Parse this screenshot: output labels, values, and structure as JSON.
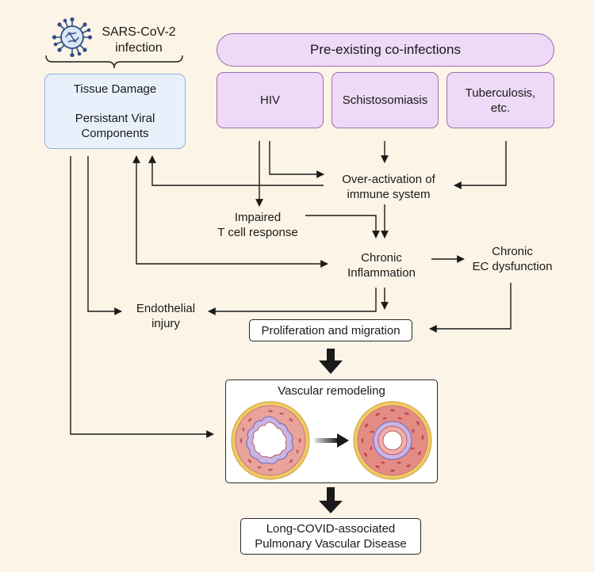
{
  "virus_icon": "sars-cov-2-virus-icon",
  "sars_label": [
    "SARS-CoV-2",
    "infection"
  ],
  "tissue_box": {
    "line1": "Tissue Damage",
    "line2": "Persistant Viral",
    "line3": "Components"
  },
  "coinfections": {
    "header": "Pre-existing co-infections",
    "items": [
      "HIV",
      "Schistosomiasis",
      "Tuberculosis,\netc."
    ]
  },
  "overactivation": [
    "Over-activation of",
    "immune system"
  ],
  "impaired": [
    "Impaired",
    "T cell response"
  ],
  "chronic_inflammation": [
    "Chronic",
    "Inflammation"
  ],
  "chronic_ec": [
    "Chronic",
    "EC dysfunction"
  ],
  "endothelial": [
    "Endothelial",
    "injury"
  ],
  "proliferation": "Proliferation and migration",
  "vascular_remodeling": "Vascular remodeling",
  "vessel_icons": [
    "healthy-vessel-cross-section-icon",
    "remodeled-vessel-cross-section-icon"
  ],
  "outcome": [
    "Long-COVID-associated",
    "Pulmonary Vascular Disease"
  ],
  "colors": {
    "background": "#fcf4e6",
    "purple_fill": "#eed9f6",
    "purple_border": "#9b6fb0",
    "blue_fill": "#e8f1fb",
    "blue_border": "#8fb3d9"
  }
}
